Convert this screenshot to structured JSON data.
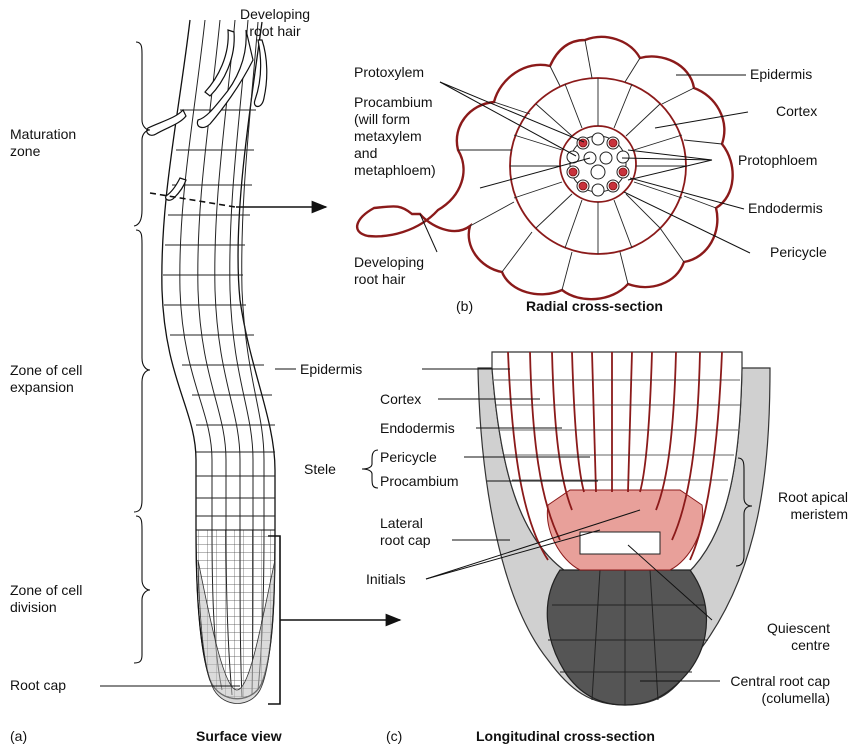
{
  "surface_view": {
    "panel_letter": "(a)",
    "title": "Surface view",
    "labels": {
      "developing_root_hair": "Developing\nroot hair",
      "maturation_zone": "Maturation\nzone",
      "zone_cell_expansion": "Zone of cell\nexpansion",
      "zone_cell_division": "Zone of cell\ndivision",
      "root_cap": "Root cap"
    }
  },
  "radial_section": {
    "panel_letter": "(b)",
    "title": "Radial cross-section",
    "labels": {
      "protoxylem": "Protoxylem",
      "procambium": "Procambium\n(will form\nmetaxylem\nand\nmetaphloem)",
      "developing_root_hair": "Developing\nroot hair",
      "epidermis": "Epidermis",
      "cortex": "Cortex",
      "protophloem": "Protophloem",
      "endodermis": "Endodermis",
      "pericycle": "Pericycle"
    }
  },
  "longitudinal_section": {
    "panel_letter": "(c)",
    "title": "Longitudinal cross-section",
    "labels": {
      "epidermis": "Epidermis",
      "cortex": "Cortex",
      "endodermis": "Endodermis",
      "stele": "Stele",
      "pericycle": "Pericycle",
      "procambium": "Procambium",
      "lateral_root_cap": "Lateral\nroot cap",
      "initials": "Initials",
      "root_apical_meristem": "Root apical\nmeristem",
      "quiescent_centre": "Quiescent\ncentre",
      "central_root_cap": "Central root cap\n(columella)"
    }
  },
  "colors": {
    "tissue_outline": "#8b1a1a",
    "phloem_fill": "#c8323c",
    "meristem_fill": "#e8a09a",
    "root_cap_light": "#d0d0d0",
    "columella_dark": "#555555"
  }
}
